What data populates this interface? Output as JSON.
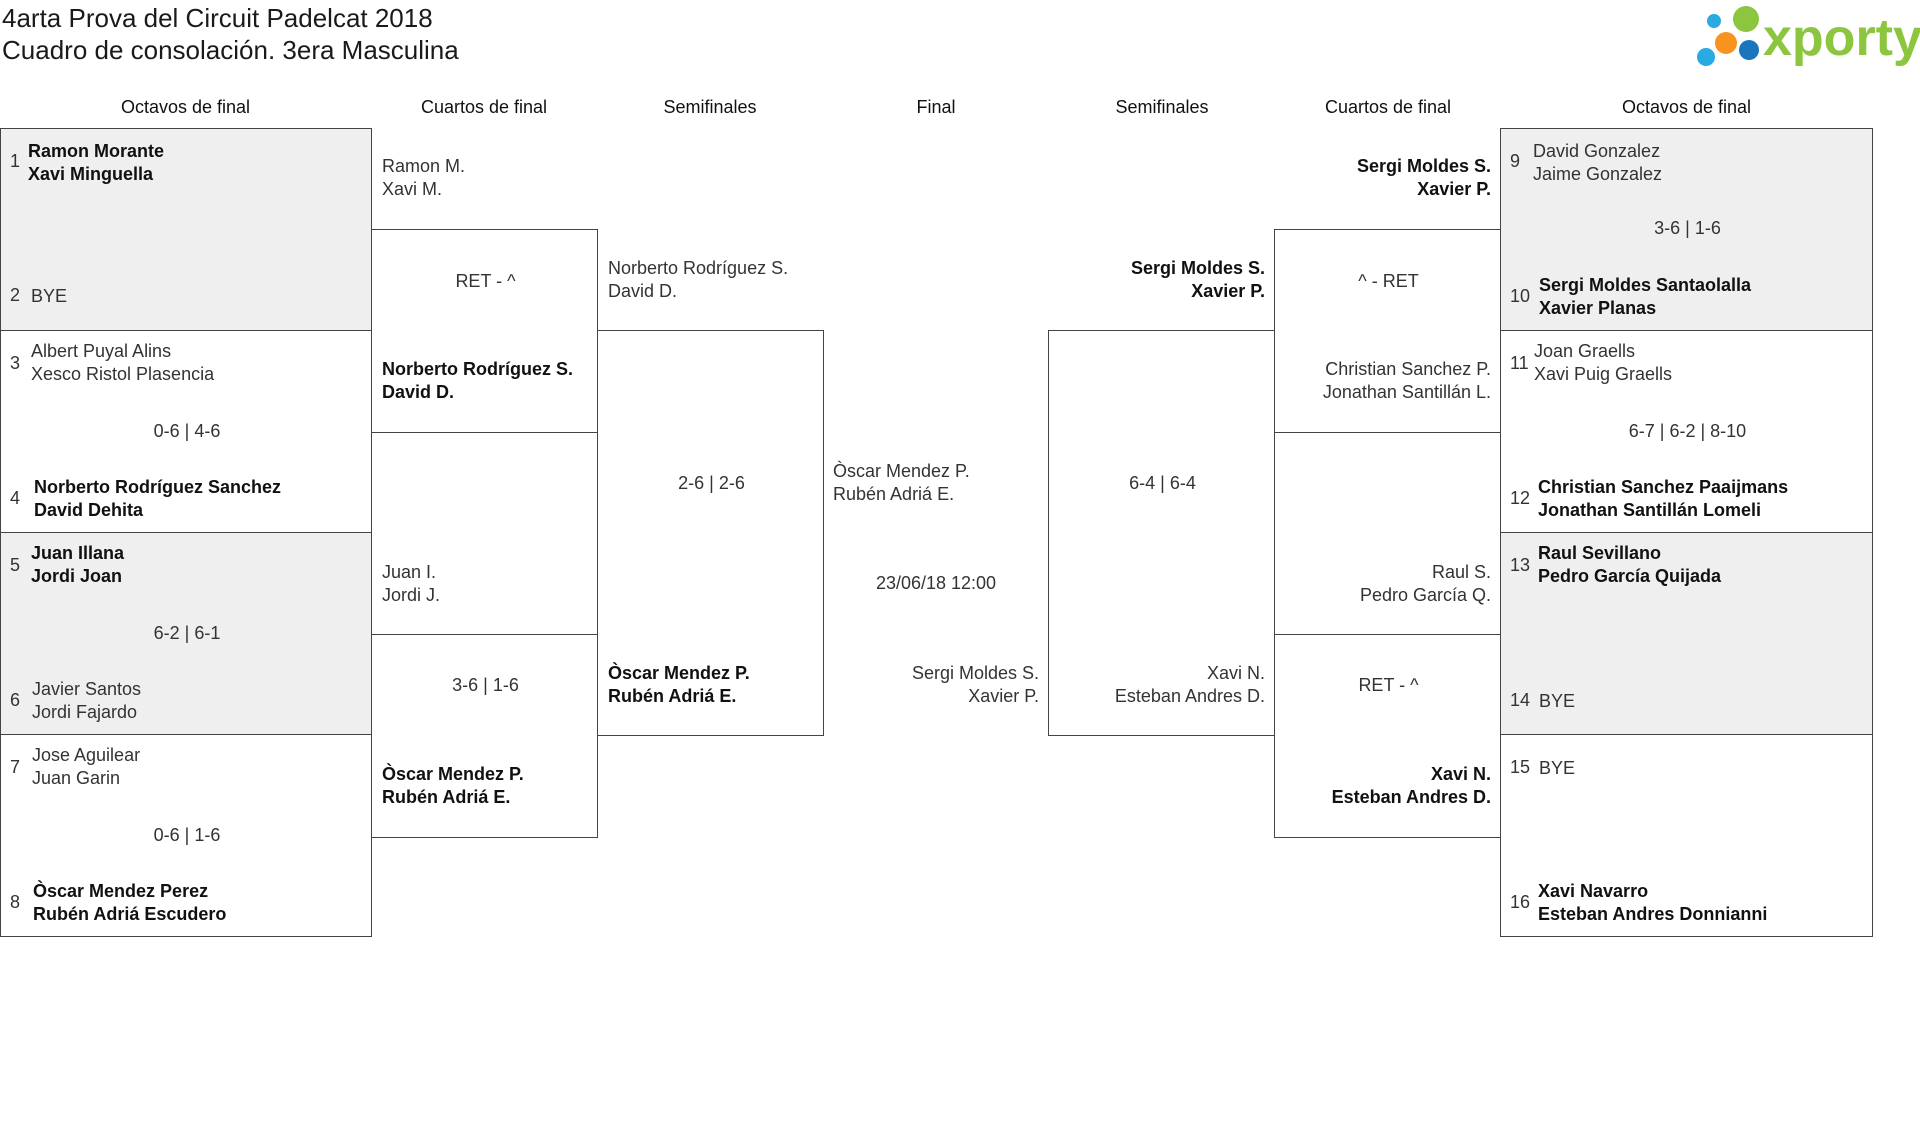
{
  "title": {
    "line1": "4arta Prova del Circuit Padelcat 2018",
    "line2": "Cuadro de consolación. 3era Masculina"
  },
  "logo": {
    "wordmark": "xporty",
    "icon": "colored-dots-logo",
    "colors": [
      "#8cc63f",
      "#f7931e",
      "#29abe2",
      "#1b75bc",
      "#8cc63f"
    ]
  },
  "rounds": {
    "left": [
      "Octavos de final",
      "Cuartos de final",
      "Semifinales"
    ],
    "final": "Final",
    "right": [
      "Semifinales",
      "Cuartos de final",
      "Octavos de final"
    ]
  },
  "r16_left": [
    {
      "seed1": "1",
      "p1": [
        "Ramon Morante",
        "Xavi Minguella"
      ],
      "seed2": "2",
      "p2": [
        "BYE"
      ],
      "score": "",
      "winner": 1
    },
    {
      "seed1": "3",
      "p1": [
        "Albert Puyal Alins",
        "Xesco Ristol Plasencia"
      ],
      "seed2": "4",
      "p2": [
        "Norberto Rodríguez Sanchez",
        "David Dehita"
      ],
      "score": "0-6 | 4-6",
      "winner": 2
    },
    {
      "seed1": "5",
      "p1": [
        "Juan Illana",
        "Jordi Joan"
      ],
      "seed2": "6",
      "p2": [
        "Javier Santos",
        "Jordi Fajardo"
      ],
      "score": "6-2 | 6-1",
      "winner": 1
    },
    {
      "seed1": "7",
      "p1": [
        "Jose Aguilear",
        "Juan Garin"
      ],
      "seed2": "8",
      "p2": [
        "Òscar Mendez Perez",
        "Rubén Adriá Escudero"
      ],
      "score": "0-6 | 1-6",
      "winner": 2
    }
  ],
  "qf_left": [
    {
      "p1": [
        "Ramon M.",
        "Xavi M."
      ],
      "p2": [
        "Norberto Rodríguez S.",
        "David D."
      ],
      "score": "RET - ^",
      "winner": 2
    },
    {
      "p1": [
        "Juan I.",
        "Jordi J."
      ],
      "p2": [
        "Òscar Mendez P.",
        "Rubén Adriá E."
      ],
      "score": "3-6 | 1-6",
      "winner": 2
    }
  ],
  "sf_left": {
    "p1": [
      "Norberto Rodríguez S.",
      "David D."
    ],
    "p2": [
      "Òscar Mendez P.",
      "Rubén Adriá E."
    ],
    "score": "2-6 | 2-6",
    "winner": 2
  },
  "final": {
    "p1": [
      "Òscar Mendez P.",
      "Rubén Adriá E."
    ],
    "p2": [
      "Sergi Moldes S.",
      "Xavier P."
    ],
    "datetime": "23/06/18 12:00"
  },
  "sf_right": {
    "p1": [
      "Sergi Moldes S.",
      "Xavier P."
    ],
    "p2": [
      "Xavi N.",
      "Esteban Andres D."
    ],
    "score": "6-4 | 6-4",
    "winner": 1
  },
  "qf_right": [
    {
      "p1": [
        "Sergi Moldes S.",
        "Xavier P."
      ],
      "p2": [
        "Christian Sanchez P.",
        "Jonathan Santillán L."
      ],
      "score": "^ - RET",
      "winner": 1
    },
    {
      "p1": [
        "Raul S.",
        "Pedro García Q."
      ],
      "p2": [
        "Xavi N.",
        "Esteban Andres D."
      ],
      "score": "RET - ^",
      "winner": 2
    }
  ],
  "r16_right": [
    {
      "seed1": "9",
      "p1": [
        "David Gonzalez",
        "Jaime Gonzalez"
      ],
      "seed2": "10",
      "p2": [
        "Sergi Moldes Santaolalla",
        "Xavier Planas"
      ],
      "score": "3-6 | 1-6",
      "winner": 2
    },
    {
      "seed1": "11",
      "p1": [
        "Joan Graells",
        "Xavi Puig Graells"
      ],
      "seed2": "12",
      "p2": [
        "Christian Sanchez Paaijmans",
        "Jonathan Santillán Lomeli"
      ],
      "score": "6-7 | 6-2 | 8-10",
      "winner": 2
    },
    {
      "seed1": "13",
      "p1": [
        "Raul Sevillano",
        "Pedro García Quijada"
      ],
      "seed2": "14",
      "p2": [
        "BYE"
      ],
      "score": "",
      "winner": 1
    },
    {
      "seed1": "15",
      "p1": [
        "BYE"
      ],
      "seed2": "16",
      "p2": [
        "Xavi Navarro",
        "Esteban Andres Donnianni"
      ],
      "score": "",
      "winner": 2
    }
  ]
}
